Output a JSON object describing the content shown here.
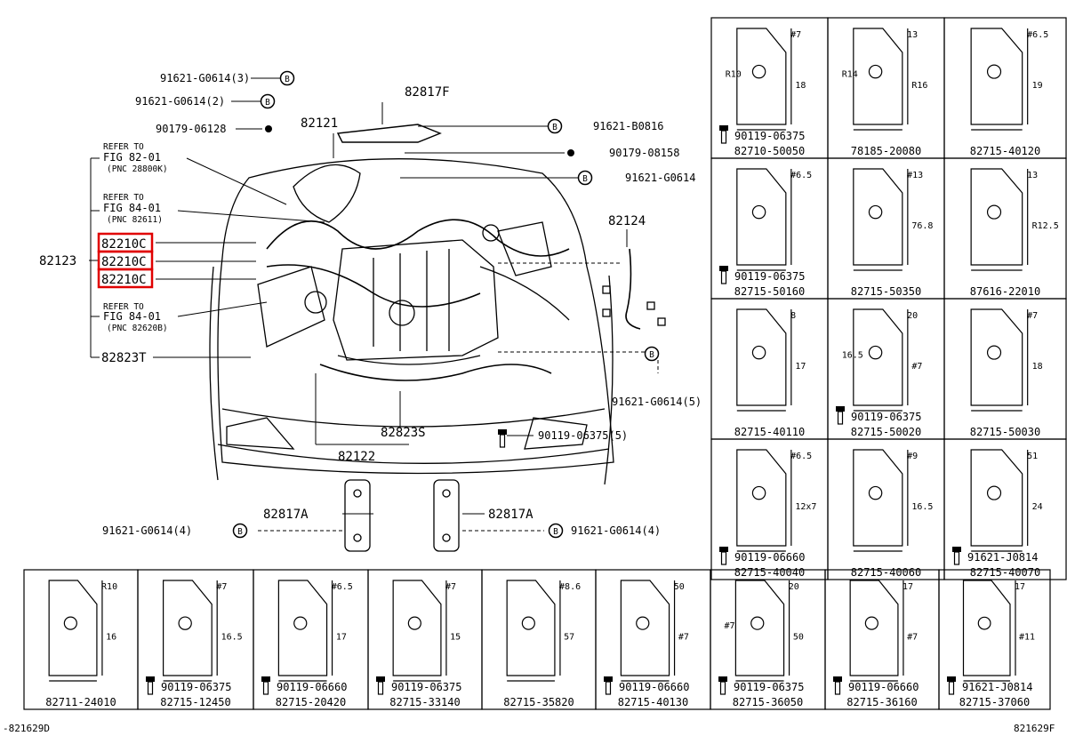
{
  "bolt_label": "B",
  "main_labels": [
    {
      "id": "b1",
      "text": "91621-G0614(3)"
    },
    {
      "id": "b2",
      "text": "91621-G0614(2)"
    },
    {
      "id": "n1",
      "text": "90179-06128"
    },
    {
      "id": "p82121",
      "text": "82121"
    },
    {
      "id": "p82817F",
      "text": "82817F"
    },
    {
      "id": "b3",
      "text": "91621-B0816"
    },
    {
      "id": "n2",
      "text": "90179-08158"
    },
    {
      "id": "b4",
      "text": "91621-G0614"
    },
    {
      "id": "p82124",
      "text": "82124"
    },
    {
      "id": "p82123",
      "text": "82123"
    },
    {
      "id": "p82823T",
      "text": "82823T"
    },
    {
      "id": "b5",
      "text": "91621-G0614(5)"
    },
    {
      "id": "p82823S",
      "text": "82823S"
    },
    {
      "id": "s1",
      "text": "90119-06375(5)"
    },
    {
      "id": "p82122",
      "text": "82122"
    },
    {
      "id": "p82817A1",
      "text": "82817A"
    },
    {
      "id": "p82817A2",
      "text": "82817A"
    },
    {
      "id": "b6",
      "text": "91621-G0614(4)"
    },
    {
      "id": "b7",
      "text": "91621-G0614(4)"
    }
  ],
  "refers": [
    {
      "l1": "REFER TO",
      "l2": "FIG 82-01",
      "l3": "(PNC 28800K)"
    },
    {
      "l1": "REFER TO",
      "l2": "FIG 84-01",
      "l3": "(PNC 82611)"
    },
    {
      "l1": "REFER TO",
      "l2": "FIG 84-01",
      "l3": "(PNC 82620B)"
    }
  ],
  "highlighted": [
    "82210C",
    "82210C",
    "82210C"
  ],
  "right_grid": [
    [
      {
        "part": "82710-50050",
        "notes": [
          "#7",
          "18",
          "R10",
          "90119-06375"
        ]
      },
      {
        "part": "78185-20080",
        "notes": [
          "13",
          "R16",
          "R14"
        ]
      },
      {
        "part": "82715-40120",
        "notes": [
          "#6.5",
          "19"
        ]
      }
    ],
    [
      {
        "part": "82715-50160",
        "notes": [
          "#6.5",
          "90119-06375"
        ]
      },
      {
        "part": "82715-50350",
        "notes": [
          "#13",
          "76.8"
        ]
      },
      {
        "part": "87616-22010",
        "notes": [
          "13",
          "R12.5"
        ]
      }
    ],
    [
      {
        "part": "82715-40110",
        "notes": [
          "8",
          "17"
        ]
      },
      {
        "part": "82715-50020",
        "notes": [
          "20",
          "#7",
          "16.5",
          "90119-06375"
        ]
      },
      {
        "part": "82715-50030",
        "notes": [
          "#7",
          "18"
        ]
      }
    ],
    [
      {
        "part": "82715-40040",
        "notes": [
          "#6.5",
          "12x7",
          "90119-06660"
        ]
      },
      {
        "part": "82715-40060",
        "notes": [
          "#9",
          "16.5"
        ]
      },
      {
        "part": "82715-40070",
        "notes": [
          "51",
          "24",
          "91621-J0814"
        ]
      }
    ]
  ],
  "bottom_row": [
    {
      "part": "82711-24010",
      "notes": [
        "R10",
        "16"
      ]
    },
    {
      "part": "82715-12450",
      "notes": [
        "#7",
        "16.5",
        "90119-06375"
      ]
    },
    {
      "part": "82715-20420",
      "notes": [
        "#6.5",
        "17",
        "90119-06660"
      ]
    },
    {
      "part": "82715-33140",
      "notes": [
        "#7",
        "15",
        "90119-06375"
      ]
    },
    {
      "part": "82715-35820",
      "notes": [
        "#8.6",
        "57"
      ]
    },
    {
      "part": "82715-40130",
      "notes": [
        "50",
        "#7",
        "90119-06660"
      ]
    },
    {
      "part": "82715-36050",
      "notes": [
        "20",
        "50",
        "#7",
        "90119-06375"
      ]
    },
    {
      "part": "82715-36160",
      "notes": [
        "17",
        "#7",
        "90119-06660"
      ]
    },
    {
      "part": "82715-37060",
      "notes": [
        "17",
        "#11",
        "91621-J0814"
      ]
    }
  ],
  "corner_left": "-821629D",
  "corner_right": "821629F"
}
